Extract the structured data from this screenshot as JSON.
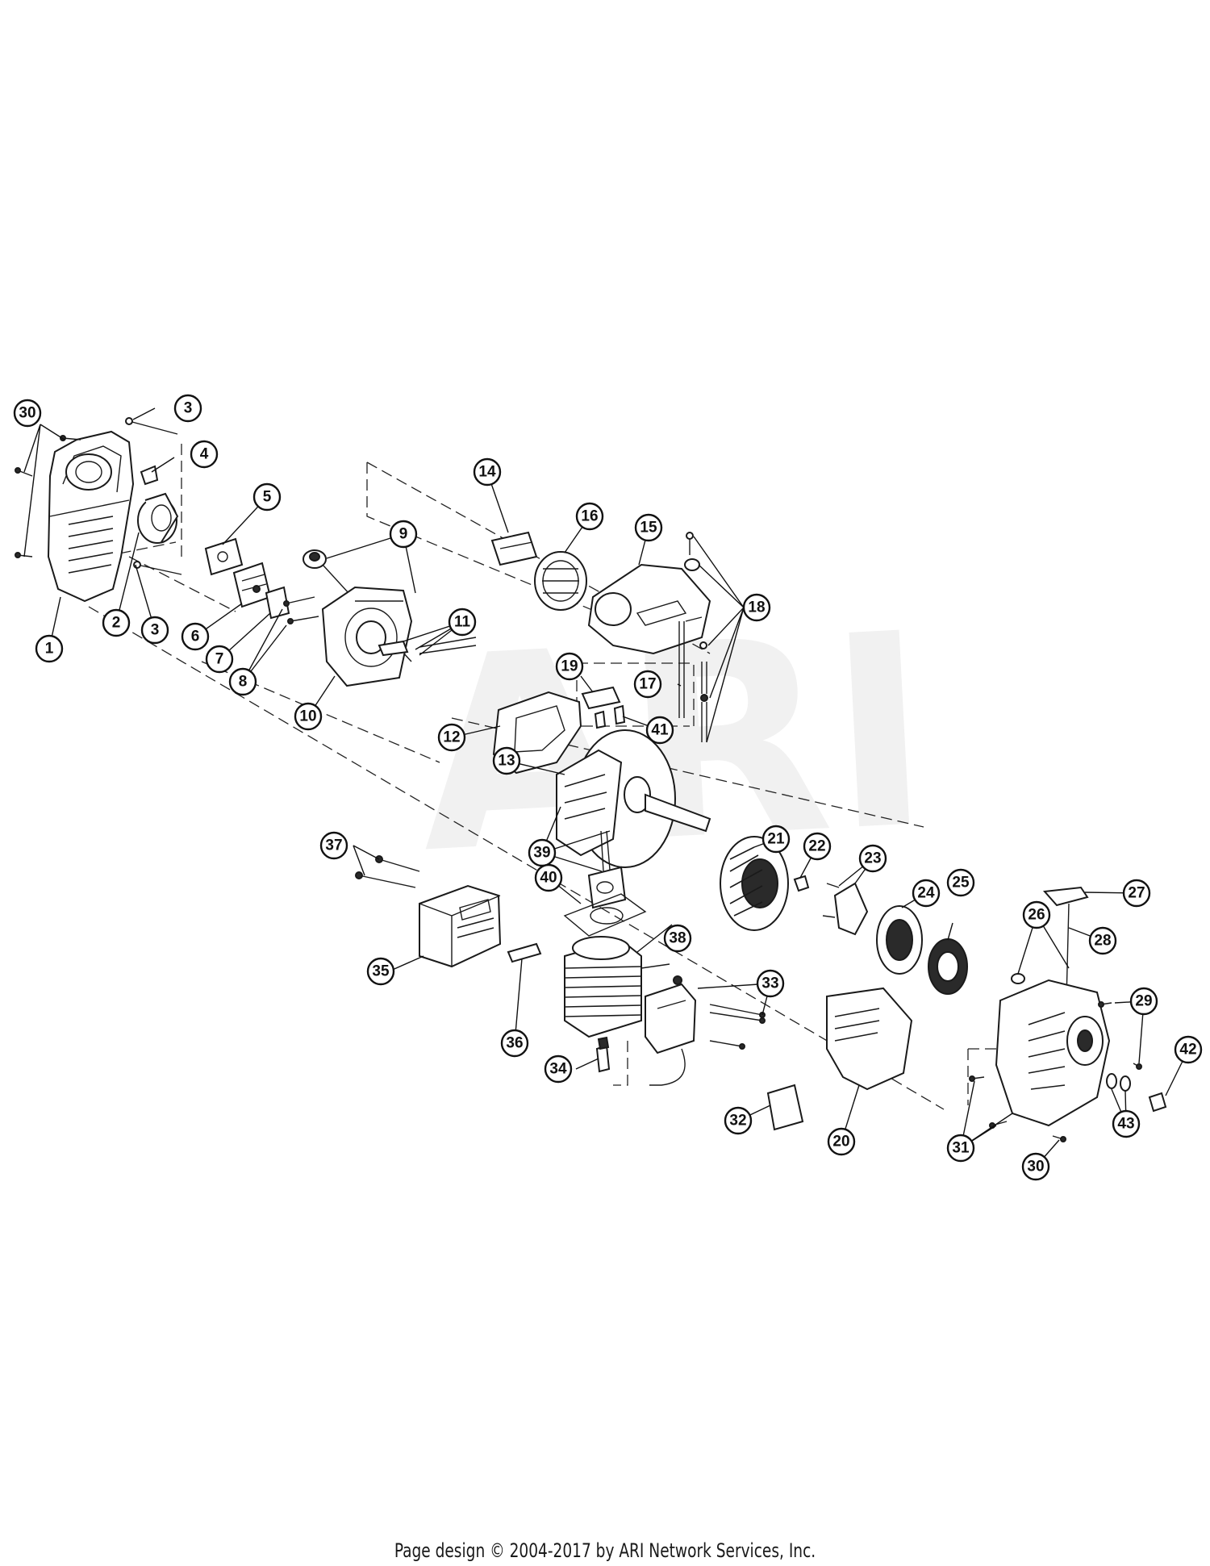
{
  "watermark": "ARI",
  "footer": "Page design © 2004-2017 by ARI Network Services, Inc.",
  "callouts": {
    "c1": "1",
    "c2": "2",
    "c3a": "3",
    "c3b": "3",
    "c4": "4",
    "c5": "5",
    "c6": "6",
    "c7": "7",
    "c8": "8",
    "c9": "9",
    "c10": "10",
    "c11": "11",
    "c12": "12",
    "c13": "13",
    "c14": "14",
    "c15": "15",
    "c16": "16",
    "c17": "17",
    "c18": "18",
    "c19": "19",
    "c20": "20",
    "c21": "21",
    "c22": "22",
    "c23": "23",
    "c24": "24",
    "c25": "25",
    "c26": "26",
    "c27": "27",
    "c28": "28",
    "c29": "29",
    "c30a": "30",
    "c30b": "30",
    "c31": "31",
    "c32": "32",
    "c33": "33",
    "c34": "34",
    "c35": "35",
    "c36": "36",
    "c37": "37",
    "c38": "38",
    "c39": "39",
    "c40": "40",
    "c41": "41",
    "c42": "42",
    "c43": "43"
  }
}
